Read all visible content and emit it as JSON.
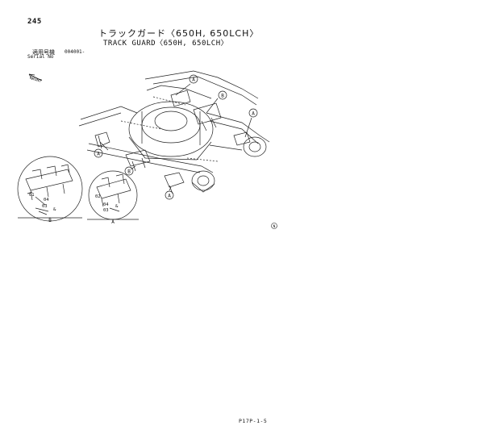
{
  "header": {
    "page_number": "245",
    "title_jp": "トラックガード〈650H, 650LCH〉",
    "title_en": "TRACK GUARD〈650H, 650LCH〉",
    "serial_label_jp": "適用号機",
    "serial_value": "004001-",
    "serial_label_en": "Serial No"
  },
  "diagram": {
    "front_label": "FRONT",
    "callout_a": "A",
    "callout_b": "B",
    "view_a_label": "A",
    "view_b_label": "B",
    "detail_b": {
      "p01": "01",
      "p04": "04",
      "p03": "03",
      "p_and": "&"
    },
    "detail_a": {
      "p02": "02",
      "p04": "04",
      "p03": "03",
      "p_and": "&"
    },
    "stamp": "N"
  },
  "footer": {
    "code": "P17P-1-5"
  }
}
